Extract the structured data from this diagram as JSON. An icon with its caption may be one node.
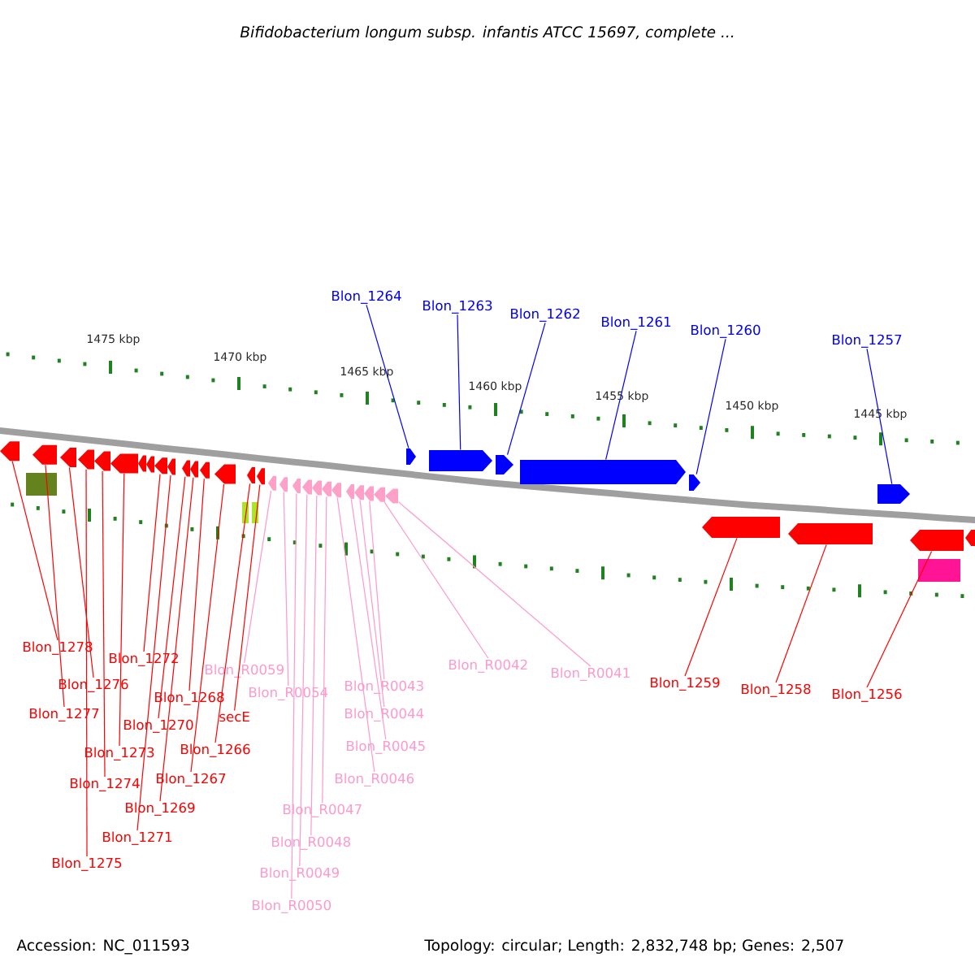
{
  "diagram": {
    "title": "Bifidobacterium longum subsp. infantis ATCC 15697, complete ...",
    "nodes": [
      {
        "text": [
          "Blon_1264"
        ]
      },
      {
        "text": [
          "Blon_1263"
        ]
      },
      {
        "text": [
          "Blon_1262"
        ]
      },
      {
        "text": [
          "Blon_1261"
        ]
      },
      {
        "text": [
          "Blon_1260"
        ]
      },
      {
        "text": [
          "Blon_1257"
        ]
      },
      {
        "text": [
          "Blon_1278"
        ]
      },
      {
        "text": [
          "Blon_1272"
        ]
      },
      {
        "text": [
          "Blon_1276"
        ]
      },
      {
        "text": [
          "Blon_1277"
        ]
      },
      {
        "text": [
          "Blon_1268"
        ]
      },
      {
        "text": [
          "secE"
        ]
      },
      {
        "text": [
          "Blon_1270"
        ]
      },
      {
        "text": [
          "Blon_1266"
        ]
      },
      {
        "text": [
          "Blon_1273"
        ]
      },
      {
        "text": [
          "Blon_1267"
        ]
      },
      {
        "text": [
          "Blon_1274"
        ]
      },
      {
        "text": [
          "Blon_1269"
        ]
      },
      {
        "text": [
          "Blon_1271"
        ]
      },
      {
        "text": [
          "Blon_1275"
        ]
      },
      {
        "text": [
          "Blon_R0059"
        ]
      },
      {
        "text": [
          "Blon_R0054"
        ]
      },
      {
        "text": [
          "Blon_R0043"
        ]
      },
      {
        "text": [
          "Blon_R0044"
        ]
      },
      {
        "text": [
          "Blon_R0045"
        ]
      },
      {
        "text": [
          "Blon_R0046"
        ]
      },
      {
        "text": [
          "Blon_R0047"
        ]
      },
      {
        "text": [
          "Blon_R0048"
        ]
      },
      {
        "text": [
          "Blon_R0049"
        ]
      },
      {
        "text": [
          "Blon_R0050"
        ]
      },
      {
        "text": [
          "Blon_R0042"
        ]
      },
      {
        "text": [
          "Blon_R0041"
        ]
      },
      {
        "text": [
          "Blon_1259"
        ]
      },
      {
        "text": [
          "Blon_1258"
        ]
      },
      {
        "text": [
          "Blon_1256"
        ]
      },
      {
        "text": [],
        "shape": "arrow"
      },
      {
        "text": [],
        "shape": "arrow"
      },
      {
        "text": [],
        "shape": "arrow"
      },
      {
        "text": [],
        "shape": "arrow"
      },
      {
        "text": [],
        "shape": "arrow"
      },
      {
        "text": [],
        "shape": "arrow"
      },
      {
        "text": [],
        "shape": "arrow"
      },
      {
        "text": [],
        "shape": "arrow"
      },
      {
        "text": [],
        "shape": "arrow"
      },
      {
        "text": [],
        "shape": "arrow"
      },
      {
        "text": [],
        "shape": "arrow"
      },
      {
        "text": [],
        "shape": "arrow"
      },
      {
        "text": [],
        "shape": "arrow"
      },
      {
        "text": [],
        "shape": "arrow"
      },
      {
        "text": [],
        "shape": "arrow"
      },
      {
        "text": [],
        "shape": "arrow"
      },
      {
        "text": [],
        "shape": "arrow"
      },
      {
        "text": [],
        "shape": "arrow"
      },
      {
        "text": [],
        "shape": "arrow"
      },
      {
        "text": [],
        "shape": "arrow"
      },
      {
        "text": [],
        "shape": "arrow"
      },
      {
        "text": [],
        "shape": "arrow"
      },
      {
        "text": [],
        "shape": "arrow"
      },
      {
        "text": [],
        "shape": "arrow"
      },
      {
        "text": [],
        "shape": "arrow"
      },
      {
        "text": [],
        "shape": "arrow"
      },
      {
        "text": [],
        "shape": "arrow"
      },
      {
        "text": [],
        "shape": "arrow"
      },
      {
        "text": [],
        "shape": "arrow"
      },
      {
        "text": [],
        "shape": "arrow"
      },
      {
        "text": [],
        "shape": "arrow"
      },
      {
        "text": [],
        "shape": "arrow"
      },
      {
        "text": [],
        "shape": "arrow"
      },
      {
        "text": [],
        "shape": "arrow"
      },
      {
        "text": [],
        "shape": "arrow"
      }
    ],
    "edges": [
      {
        "from": 0,
        "to": 61,
        "arrow": "none",
        "color": "#0000ff"
      },
      {
        "from": 1,
        "to": 62,
        "arrow": "none",
        "color": "#0000ff"
      },
      {
        "from": 2,
        "to": 63,
        "arrow": "none",
        "color": "#0000ff"
      },
      {
        "from": 3,
        "to": 64,
        "arrow": "none",
        "color": "#0000ff"
      },
      {
        "from": 4,
        "to": 65,
        "arrow": "none",
        "color": "#0000ff"
      },
      {
        "from": 5,
        "to": 68,
        "arrow": "none",
        "color": "#0000ff"
      },
      {
        "from": 6,
        "to": 35,
        "arrow": "none"
      },
      {
        "from": 7,
        "to": 41,
        "arrow": "none"
      },
      {
        "from": 8,
        "to": 37,
        "arrow": "none"
      },
      {
        "from": 9,
        "to": 36,
        "arrow": "none"
      },
      {
        "from": 10,
        "to": 45,
        "arrow": "none"
      },
      {
        "from": 11,
        "to": 48,
        "arrow": "none"
      },
      {
        "from": 12,
        "to": 43,
        "arrow": "none"
      },
      {
        "from": 13,
        "to": 47,
        "arrow": "none"
      },
      {
        "from": 14,
        "to": 40,
        "arrow": "none"
      },
      {
        "from": 15,
        "to": 46,
        "arrow": "none"
      },
      {
        "from": 16,
        "to": 39,
        "arrow": "none"
      },
      {
        "from": 17,
        "to": 44,
        "arrow": "none"
      },
      {
        "from": 18,
        "to": 42,
        "arrow": "none"
      },
      {
        "from": 19,
        "to": 38,
        "arrow": "none"
      },
      {
        "from": 20,
        "to": 49,
        "arrow": "none",
        "color": "#ff99cc"
      },
      {
        "from": 21,
        "to": 50,
        "arrow": "none",
        "color": "#ff99cc"
      },
      {
        "from": 22,
        "to": 58,
        "arrow": "none",
        "color": "#ff99cc"
      },
      {
        "from": 23,
        "to": 57,
        "arrow": "none",
        "color": "#ff99cc"
      },
      {
        "from": 24,
        "to": 56,
        "arrow": "none",
        "color": "#ff99cc"
      },
      {
        "from": 25,
        "to": 55,
        "arrow": "none",
        "color": "#ff99cc"
      },
      {
        "from": 26,
        "to": 54,
        "arrow": "none",
        "color": "#ff99cc"
      },
      {
        "from": 27,
        "to": 53,
        "arrow": "none",
        "color": "#ff99cc"
      },
      {
        "from": 28,
        "to": 52,
        "arrow": "none",
        "color": "#ff99cc"
      },
      {
        "from": 29,
        "to": 51,
        "arrow": "none",
        "color": "#ff99cc"
      },
      {
        "from": 30,
        "to": 59,
        "arrow": "none",
        "color": "#ff99cc"
      },
      {
        "from": 31,
        "to": 60,
        "arrow": "none",
        "color": "#ff99cc"
      },
      {
        "from": 32,
        "to": 66,
        "arrow": "none"
      },
      {
        "from": 33,
        "to": 67,
        "arrow": "none"
      },
      {
        "from": 34,
        "to": 69,
        "arrow": "none"
      }
    ],
    "labels": [
      "1475 kbp",
      "1470 kbp",
      "1465 kbp",
      "1460 kbp",
      "1455 kbp",
      "1450 kbp",
      "1445 kbp",
      "Accession: NC_011593",
      "Topology: circular; Length: 2,832,748 bp; Genes: 2,507"
    ]
  }
}
